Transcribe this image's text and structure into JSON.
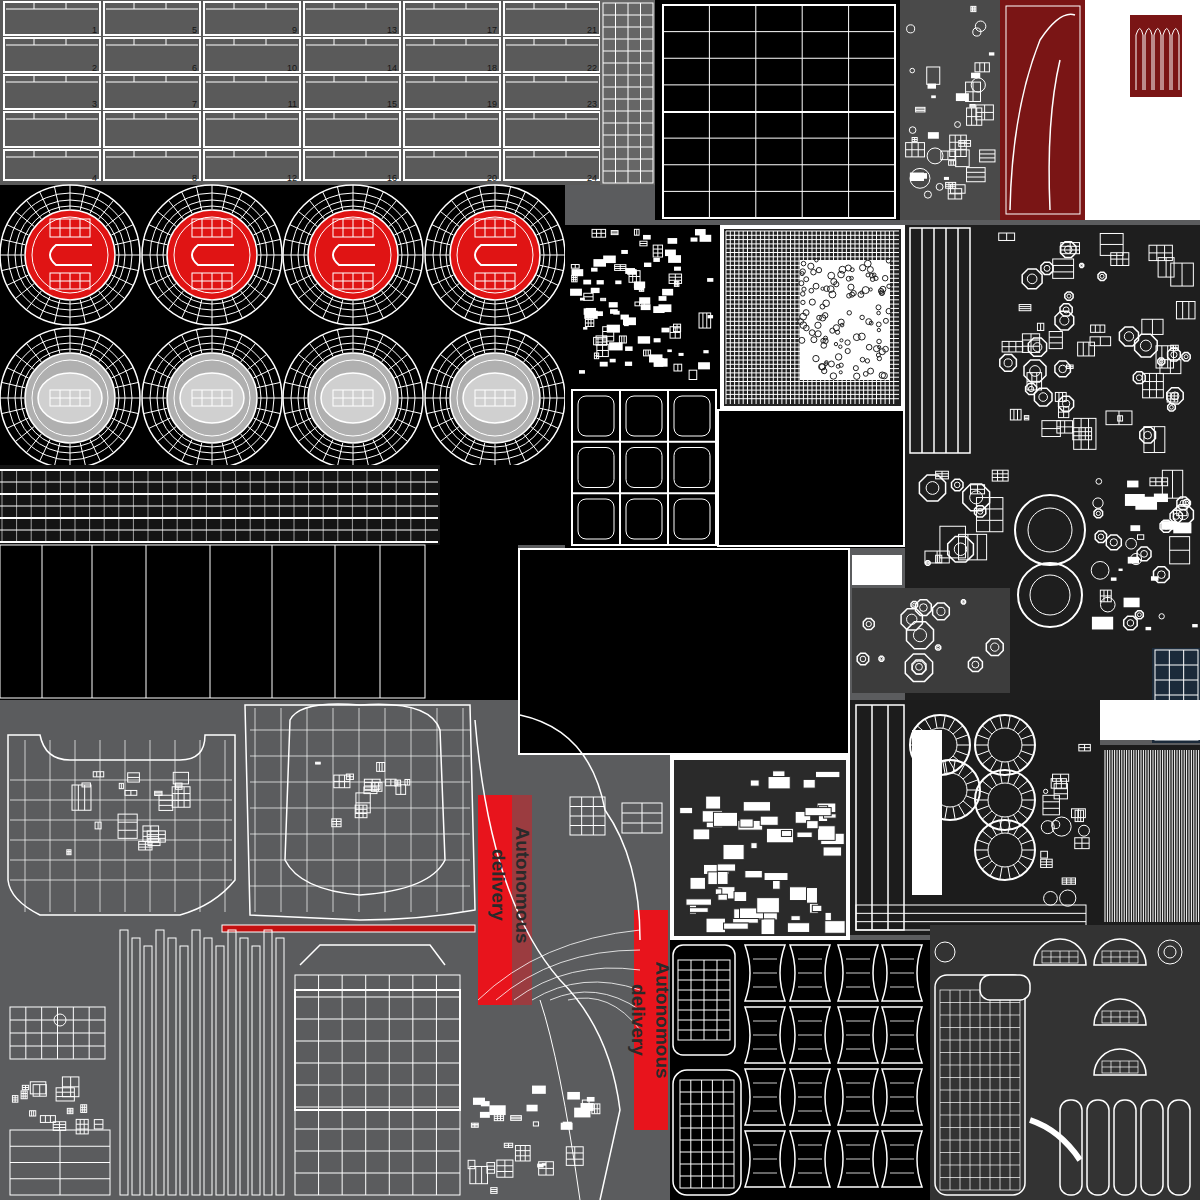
{
  "diagram": {
    "labels": [
      "1",
      "5",
      "9",
      "13",
      "17",
      "21",
      "2",
      "6",
      "10",
      "14",
      "18",
      "22",
      "3",
      "7",
      "11",
      "15",
      "19",
      "23",
      "4",
      "8",
      "12",
      "16",
      "20",
      "24",
      "Autonomous delivery",
      "Autonomous delivery"
    ]
  }
}
